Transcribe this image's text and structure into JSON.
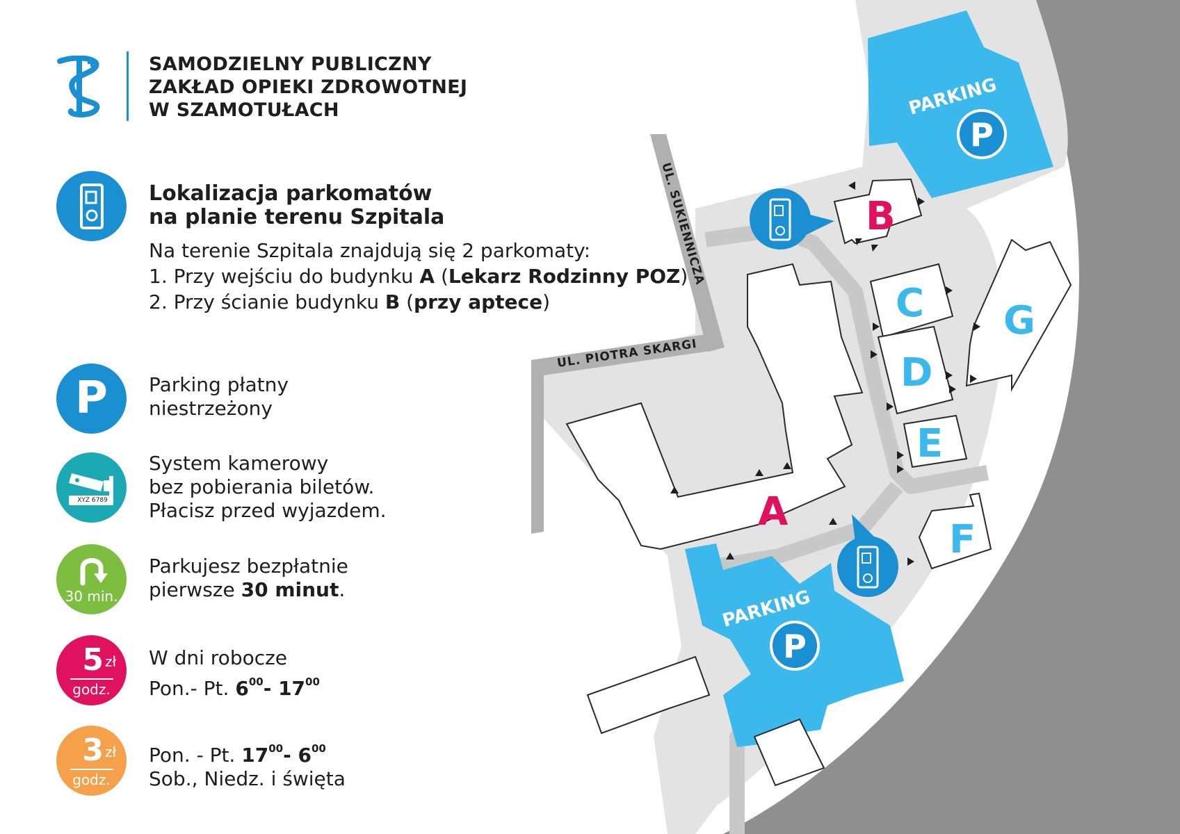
{
  "header": {
    "org_line1": "SAMODZIELNY PUBLICZNY",
    "org_line2": "ZAKŁAD OPIEKI ZDROWOTNEJ",
    "org_line3": "W SZAMOTUŁACH"
  },
  "colors": {
    "blue_accent": "#1a8fd1",
    "parking_blue": "#3bb9ec",
    "building_b_letter": "#e0115f",
    "camera_teal": "#1ba9b4",
    "free_green": "#7dbd3f",
    "price_pink": "#e0115f",
    "price_orange": "#f5a04b",
    "ground_gray": "#e3e3e3",
    "road_gray": "#c8c8c8",
    "outer_gray": "#8f8f8f"
  },
  "legend": {
    "parking_meters": {
      "icon": "parking-meter-icon",
      "title_line1": "Lokalizacja parkomatów",
      "title_line2": "na planie terenu Szpitala",
      "intro": "Na terenie Szpitala znajdują się 2 parkomaty:",
      "item1_prefix": "1. Przy wejściu do budynku ",
      "item1_building": "A",
      "item1_open": " (",
      "item1_detail": "Lekarz Rodzinny POZ",
      "item1_close": ")",
      "item2_prefix": "2. Przy ścianie budynku ",
      "item2_building": "B",
      "item2_open": " (",
      "item2_detail": "przy aptece",
      "item2_close": ")"
    },
    "paid_parking": {
      "icon": "parking-p-icon",
      "icon_letter": "P",
      "line1": "Parking płatny",
      "line2": "niestrzeżony"
    },
    "camera": {
      "icon": "camera-icon",
      "plate": "XYZ 6789",
      "line1": "System kamerowy",
      "line2": "bez pobierania biletów.",
      "line3": "Płacisz przed wyjazdem."
    },
    "free": {
      "icon": "u-turn-icon",
      "icon_label": "30 min.",
      "line1": "Parkujesz bezpłatnie",
      "line2_prefix": "pierwsze ",
      "line2_bold": "30 minut",
      "line2_suffix": "."
    },
    "weekday_rate": {
      "amount": "5",
      "currency": "zł",
      "unit": "godz.",
      "line1": "W dni robocze",
      "line2_prefix": "Pon.- Pt. ",
      "from_hour": "6",
      "from_min": "00",
      "dash": "- ",
      "to_hour": "17",
      "to_min": "00"
    },
    "offpeak_rate": {
      "amount": "3",
      "currency": "zł",
      "unit": "godz.",
      "line1_prefix": "Pon. - Pt. ",
      "from_hour": "17",
      "from_min": "00",
      "dash": "- ",
      "to_hour": "6",
      "to_min": "00",
      "line2": "Sob., Niedz. i święta"
    }
  },
  "map": {
    "street_sukiennicza": "UL. SUKIENNICZA",
    "street_skargi": "UL. PIOTRA SKARGI",
    "parking_north_label": "PARKING",
    "parking_south_label": "PARKING",
    "parking_letter": "P",
    "buildings": [
      "A",
      "B",
      "C",
      "D",
      "E",
      "F",
      "G"
    ]
  }
}
